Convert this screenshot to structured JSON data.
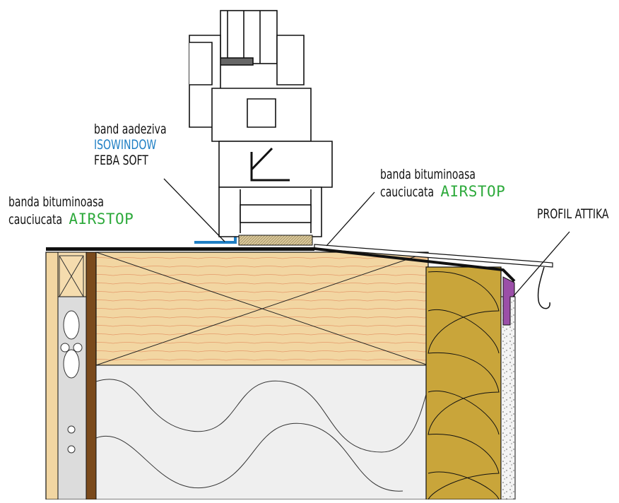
{
  "labels": {
    "band_adeziva": {
      "line1": "band aadeziva",
      "line2": "ISOWINDOW",
      "line3": "FEBA SOFT"
    },
    "bituminoasa_left": {
      "line1": "banda bituminoasa",
      "line2a": "cauciucata",
      "line2b": "AIRSTOP"
    },
    "bituminoasa_right": {
      "line1": "banda bituminoasa",
      "line2a": "cauciucata",
      "line2b": "AIRSTOP"
    },
    "profil_attika": "PROFIL ATTIKA"
  },
  "colors": {
    "accent_green": "#2eaa3c",
    "accent_blue": "#1f7fc4",
    "wood_light": "#f2d6a2",
    "wood_dark": "#7a4a1c",
    "insulation_yellow": "#c9a53a",
    "profile_purple": "#9b4fa8",
    "line": "#111111"
  }
}
